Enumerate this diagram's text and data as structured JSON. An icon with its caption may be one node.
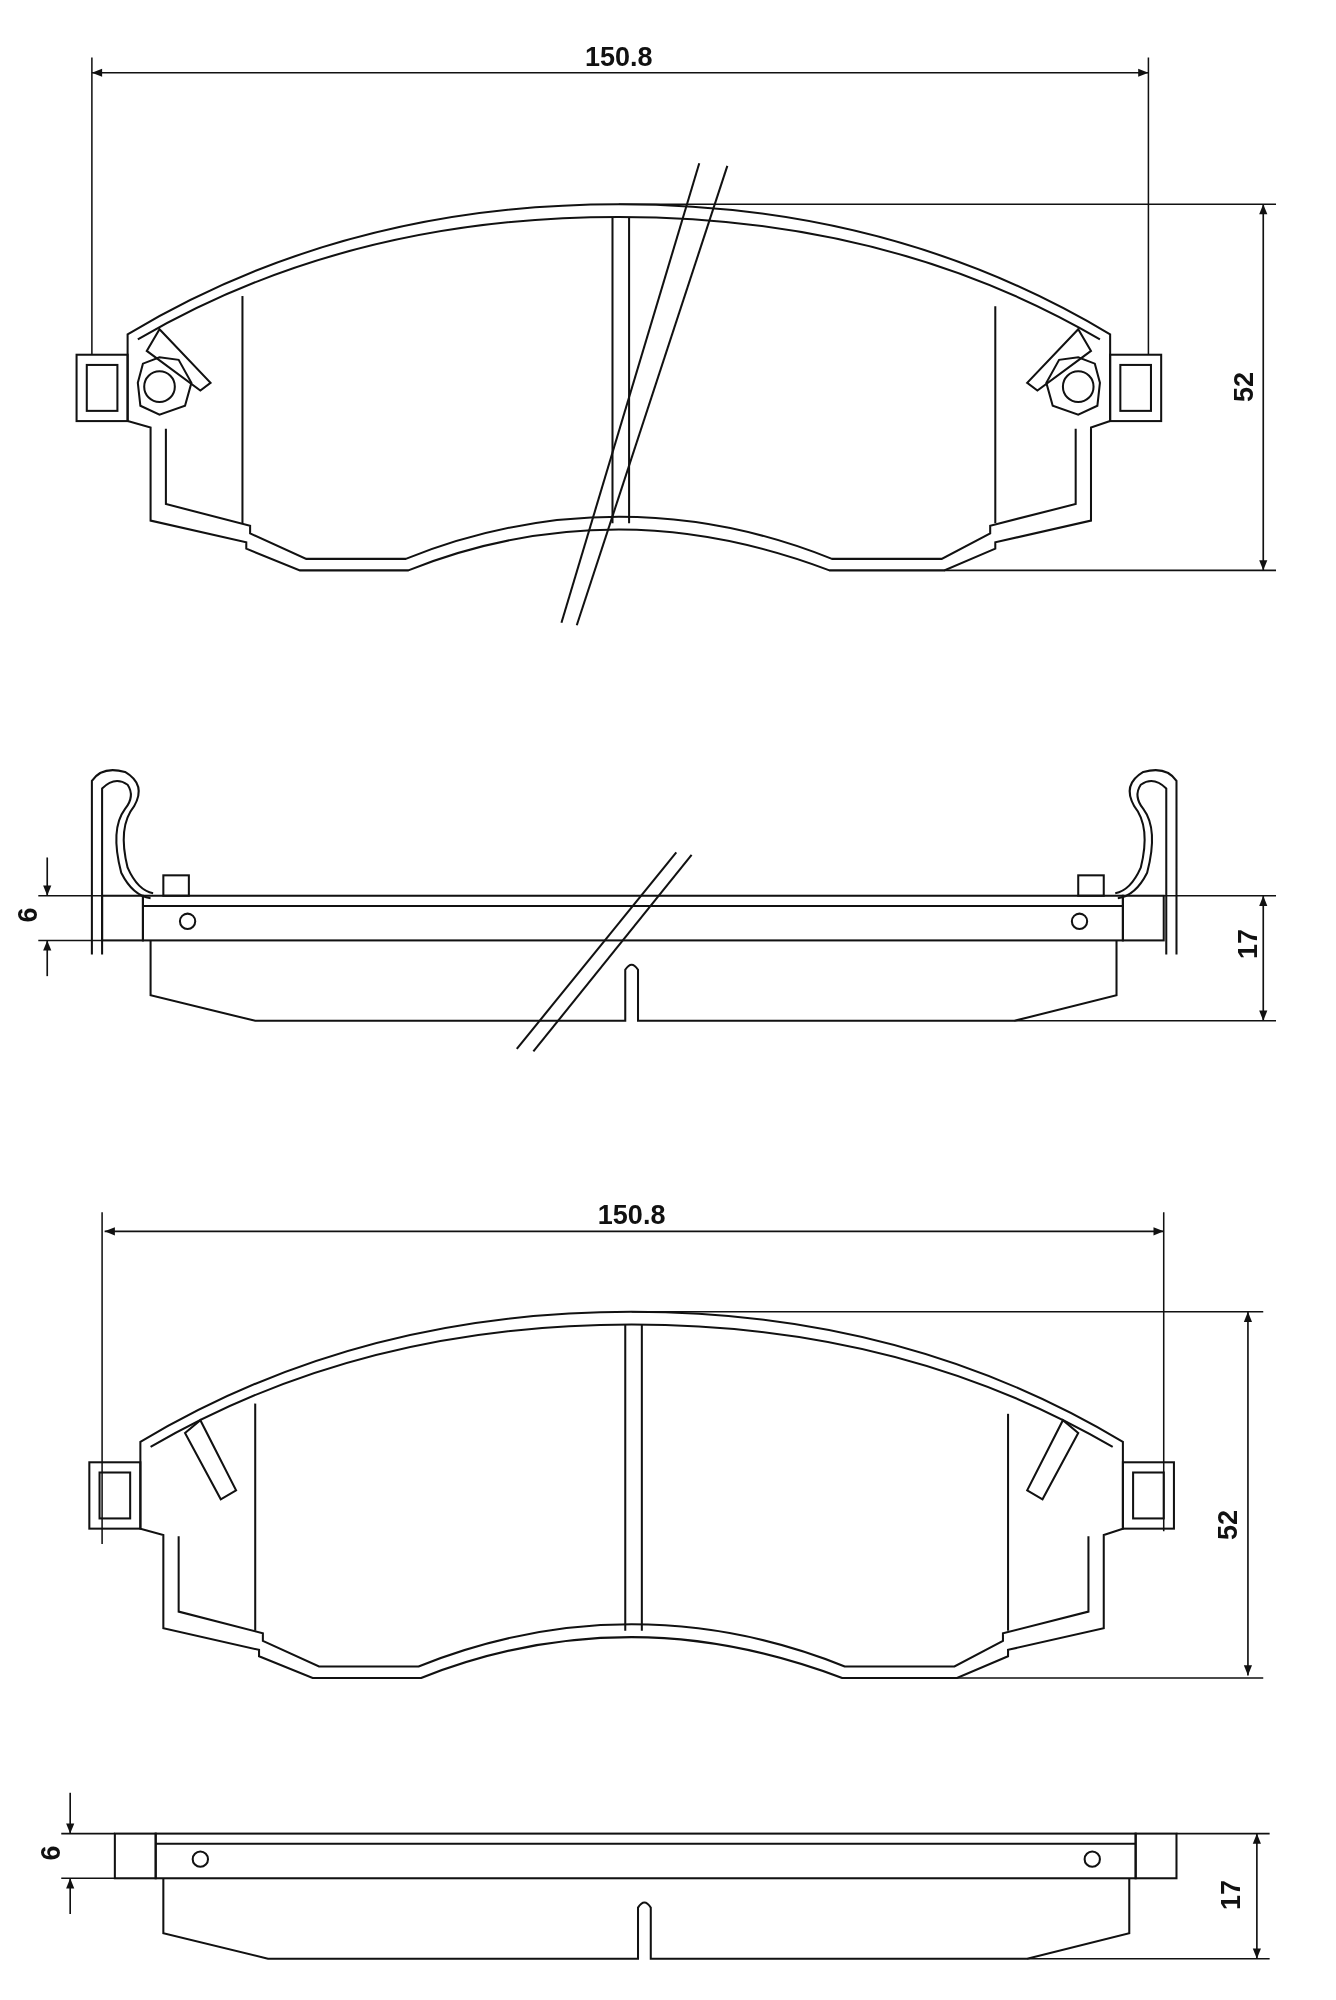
{
  "diagram": {
    "labels": [
      "150.8",
      "52",
      "6",
      "17",
      "150.8",
      "52",
      "6",
      "17"
    ]
  }
}
